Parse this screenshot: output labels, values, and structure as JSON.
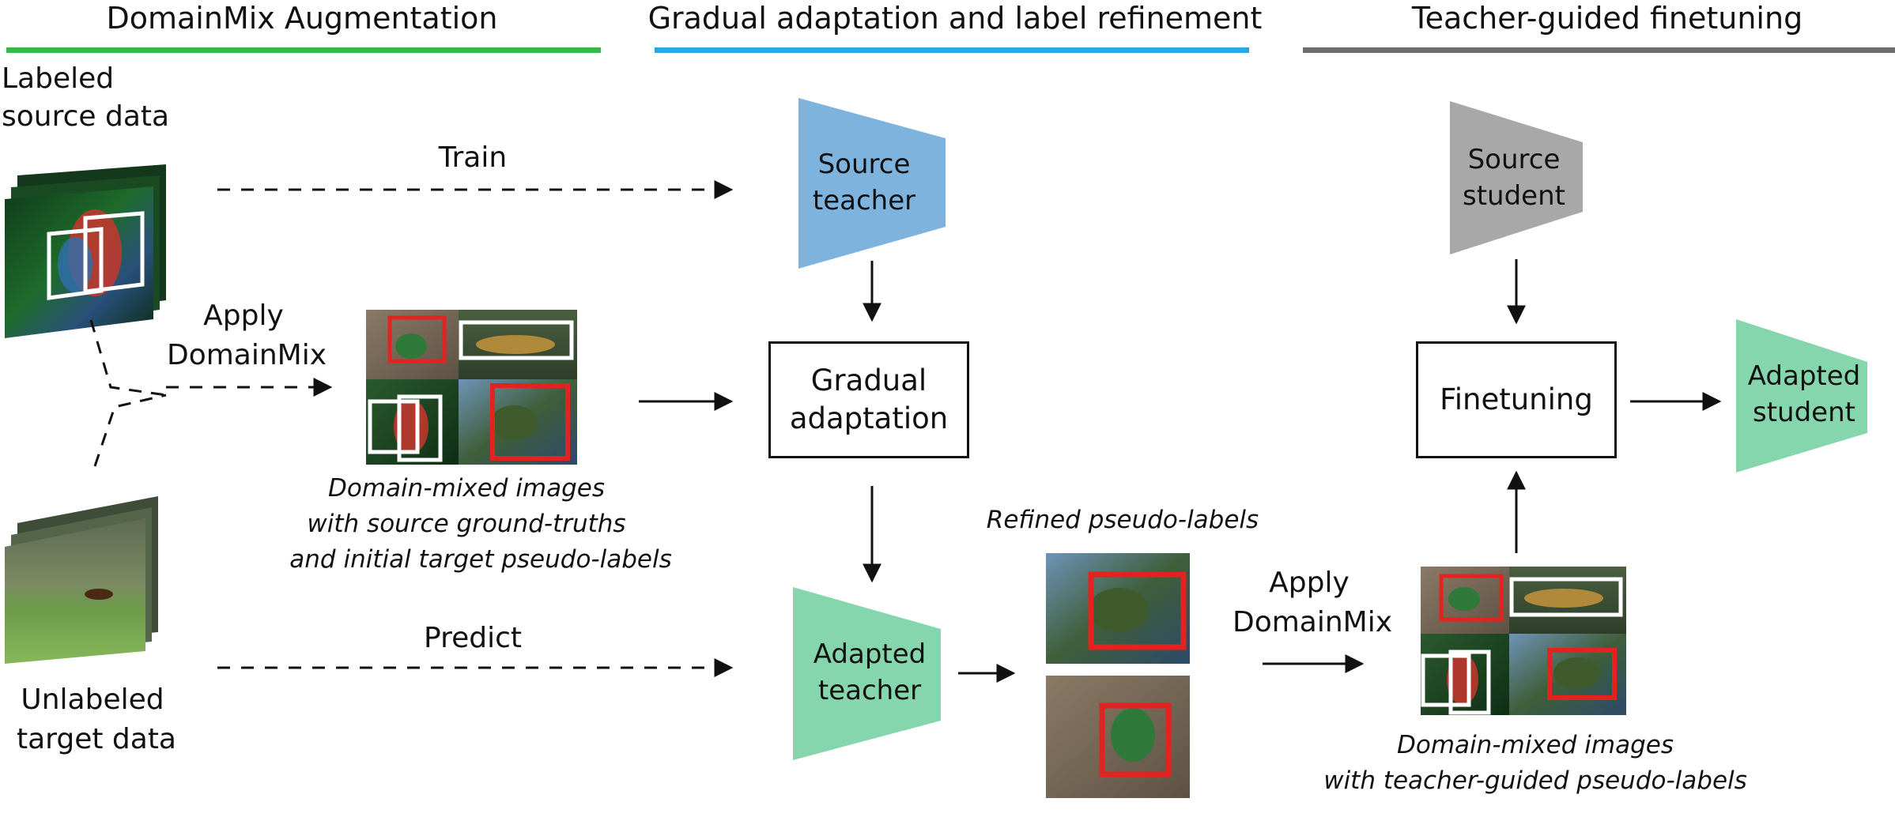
{
  "sections": {
    "augmentation": "DomainMix Augmentation",
    "gradual": "Gradual adaptation and label refinement",
    "finetuning": "Teacher-guided finetuning"
  },
  "colors": {
    "section_augmentation": "#3cb54a",
    "section_gradual": "#2aa8e0",
    "section_finetuning": "#6e6e6e",
    "source_teacher": "#7eb3dd",
    "adapted": "#85d6ad",
    "source_student": "#a8a8a8",
    "ground_truth_box": "#ffffff",
    "pseudo_label_box": "#e32222"
  },
  "labels": {
    "labeled_source_1": "Labeled",
    "labeled_source_2": "source data",
    "unlabeled_target_1": "Unlabeled",
    "unlabeled_target_2": "target data",
    "train": "Train",
    "predict": "Predict",
    "apply_domainmix_1": "Apply",
    "apply_domainmix_2": "DomainMix"
  },
  "models": {
    "source_teacher_1": "Source",
    "source_teacher_2": "teacher",
    "adapted_teacher_1": "Adapted",
    "adapted_teacher_2": "teacher",
    "source_student_1": "Source",
    "source_student_2": "student",
    "adapted_student_1": "Adapted",
    "adapted_student_2": "student"
  },
  "process": {
    "gradual_1": "Gradual",
    "gradual_2": "adaptation",
    "finetuning": "Finetuning"
  },
  "captions": {
    "mixed_1": "Domain-mixed images",
    "mixed_2": "with source ground-truths",
    "mixed_3": "and initial target pseudo-labels",
    "refined": "Refined pseudo-labels",
    "teacher_mixed_1": "Domain-mixed images",
    "teacher_mixed_2": "with teacher-guided pseudo-labels"
  }
}
